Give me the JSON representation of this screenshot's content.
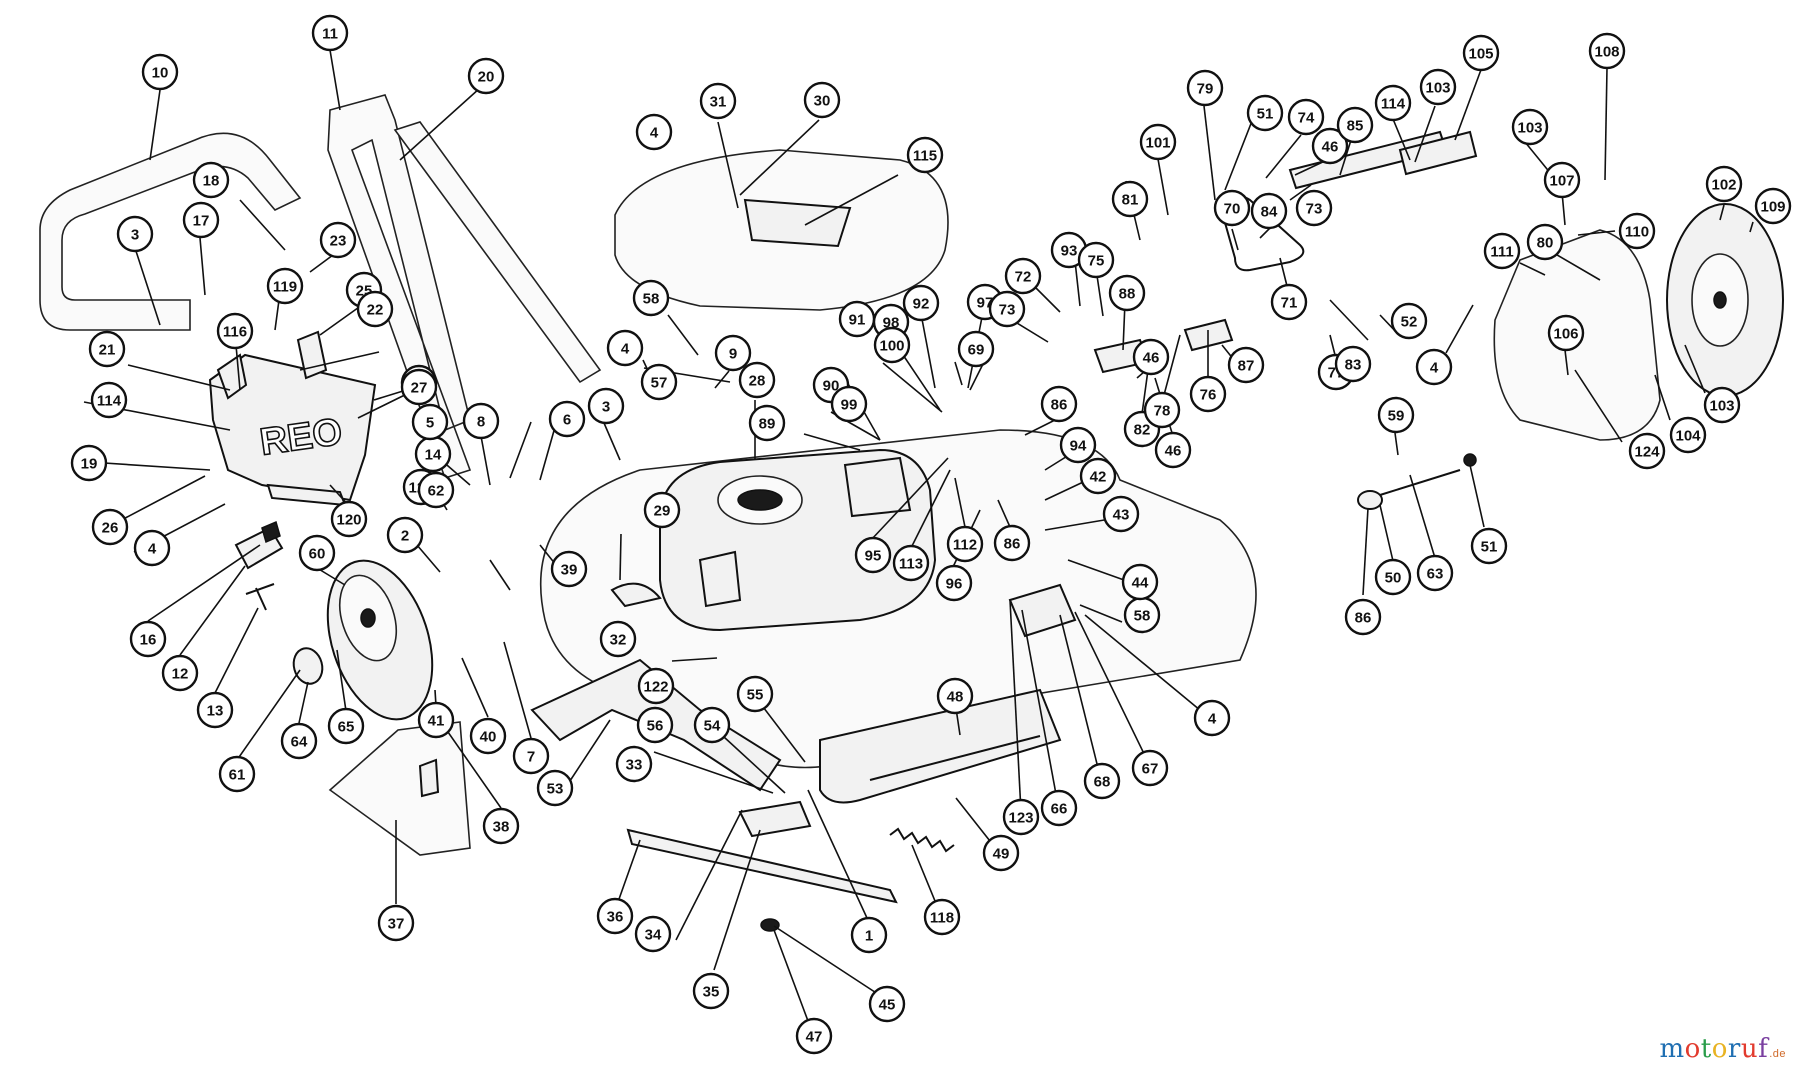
{
  "diagram": {
    "brand_label": "REO",
    "watermark": {
      "text": "motoruf",
      "suffix": ".de"
    },
    "watermark_letter_colors": [
      "#1f6fb2",
      "#e23b2e",
      "#2a9d4a",
      "#e8b323",
      "#1f6fb2",
      "#e23b2e",
      "#7a3fa0"
    ],
    "callouts": [
      "10",
      "11",
      "20",
      "18",
      "17",
      "3",
      "23",
      "119",
      "116",
      "25",
      "21",
      "22",
      "15",
      "114",
      "19",
      "27",
      "26",
      "120",
      "14",
      "5",
      "8",
      "6",
      "3",
      "121",
      "62",
      "39",
      "2",
      "4",
      "16",
      "12",
      "13",
      "60",
      "61",
      "64",
      "65",
      "41",
      "40",
      "7",
      "38",
      "37",
      "31",
      "4",
      "30",
      "115",
      "58",
      "4",
      "57",
      "9",
      "28",
      "89",
      "90",
      "91",
      "98",
      "99",
      "100",
      "92",
      "97",
      "69",
      "29",
      "32",
      "122",
      "56",
      "53",
      "55",
      "54",
      "33",
      "34",
      "36",
      "35",
      "45",
      "47",
      "1",
      "118",
      "49",
      "48",
      "123",
      "66",
      "68",
      "67",
      "4",
      "58",
      "44",
      "43",
      "42",
      "94",
      "86",
      "86",
      "112",
      "113",
      "95",
      "96",
      "73",
      "72",
      "93",
      "75",
      "88",
      "46",
      "82",
      "46",
      "87",
      "76",
      "78",
      "77",
      "71",
      "70",
      "84",
      "83",
      "52",
      "101",
      "81",
      "79",
      "51",
      "74",
      "73",
      "46",
      "85",
      "114",
      "103",
      "105",
      "103",
      "80",
      "108",
      "107",
      "110",
      "111",
      "4",
      "106",
      "124",
      "104",
      "103",
      "102",
      "109",
      "59",
      "63",
      "51",
      "50",
      "86",
      "52",
      "46"
    ]
  }
}
